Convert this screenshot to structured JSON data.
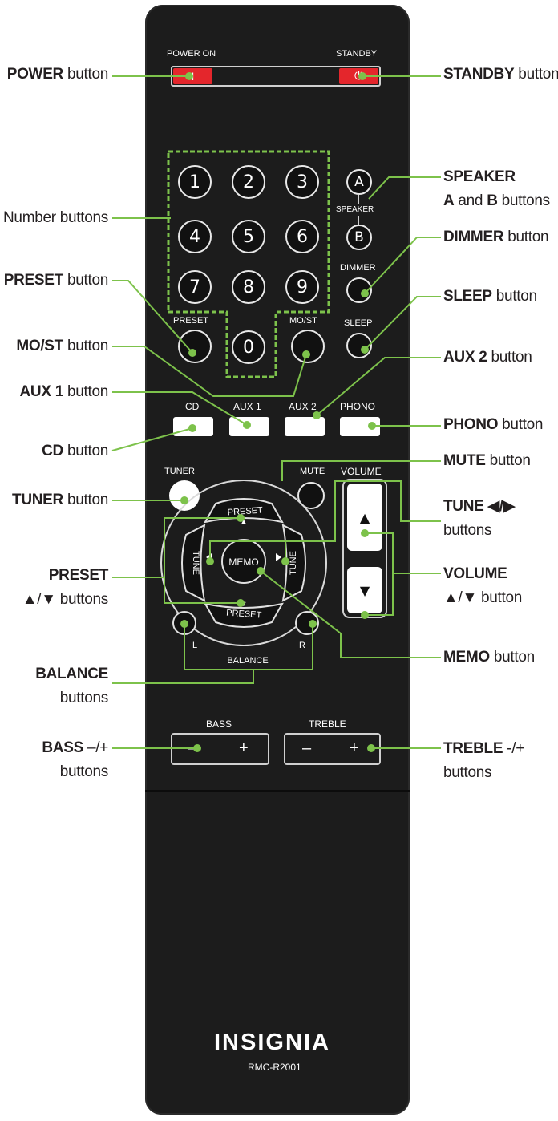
{
  "remote": {
    "brand": "INSIGNIA",
    "model": "RMC-R2001",
    "power_on_label": "POWER ON",
    "standby_label": "STANDBY",
    "power_glyph": "I",
    "standby_glyph": "⏻",
    "number_keys": [
      "1",
      "2",
      "3",
      "4",
      "5",
      "6",
      "7",
      "8",
      "9",
      "0"
    ],
    "speaker_a": "A",
    "speaker_b": "B",
    "speaker_label": "SPEAKER",
    "dimmer_label": "DIMMER",
    "preset_label": "PRESET",
    "most_label": "MO/ST",
    "sleep_label": "SLEEP",
    "source_labels": [
      "CD",
      "AUX 1",
      "AUX 2",
      "PHONO"
    ],
    "tuner_label": "TUNER",
    "mute_label": "MUTE",
    "volume_label": "VOLUME",
    "preset_up": "PRESET",
    "preset_down": "PRESET",
    "tune_left": "TUNE",
    "tune_right": "TUNE",
    "memo_label": "MEMO",
    "balance_label": "BALANCE",
    "balance_l": "L",
    "balance_r": "R",
    "bass_label": "BASS",
    "treble_label": "TREBLE",
    "minus": "–",
    "plus": "+",
    "up_glyph": "▲",
    "down_glyph": "▼"
  },
  "callouts": {
    "power": {
      "bold": "POWER",
      "rest": " button"
    },
    "number": {
      "bold": "",
      "rest": "Number buttons"
    },
    "preset": {
      "bold": "PRESET",
      "rest": " button"
    },
    "most": {
      "bold": "MO/ST",
      "rest": " button"
    },
    "aux1": {
      "bold": "AUX 1",
      "rest": " button"
    },
    "cd": {
      "bold": "CD",
      "rest": " button"
    },
    "tuner": {
      "bold": "TUNER",
      "rest": " button"
    },
    "preset_arrows": {
      "bold": "PRESET",
      "rest2": "▲/▼ buttons"
    },
    "balance": {
      "bold": "BALANCE",
      "rest2": "buttons"
    },
    "bass": {
      "bold": "BASS",
      "rest": " –/+",
      "rest2": "buttons"
    },
    "standby": {
      "bold": "STANDBY",
      "rest": " button"
    },
    "speaker": {
      "bold": "SPEAKER",
      "l2a": "A",
      "l2b": " and ",
      "l2c": "B",
      "l2d": " buttons"
    },
    "dimmer": {
      "bold": "DIMMER",
      "rest": " button"
    },
    "sleep": {
      "bold": "SLEEP",
      "rest": " button"
    },
    "aux2": {
      "bold": "AUX 2",
      "rest": " button"
    },
    "phono": {
      "bold": "PHONO",
      "rest": " button"
    },
    "mute": {
      "bold": "MUTE",
      "rest": " button"
    },
    "tune": {
      "bold": "TUNE ◀/▶",
      "rest2": "buttons"
    },
    "volume": {
      "bold": "VOLUME",
      "rest2": "▲/▼ button"
    },
    "memo": {
      "bold": "MEMO",
      "rest": " button"
    },
    "treble": {
      "bold": "TREBLE",
      "rest": " -/+",
      "rest2": "buttons"
    }
  },
  "colors": {
    "callout_line": "#7dc24b",
    "remote_body": "#1c1c1c",
    "power_red": "#e4262c"
  }
}
